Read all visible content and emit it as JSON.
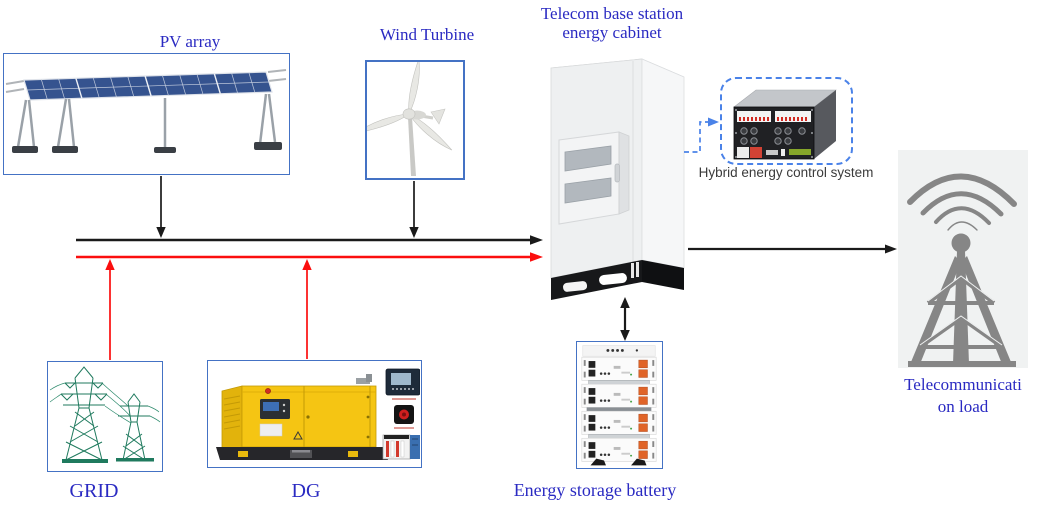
{
  "diagram": {
    "nodes": {
      "pv_array": {
        "label": "PV array"
      },
      "wind_turbine": {
        "label": "Wind Turbine"
      },
      "energy_cabinet": {
        "label_line1": "Telecom base station",
        "label_line2": "energy cabinet"
      },
      "hybrid_control": {
        "label": "Hybrid energy control system"
      },
      "grid": {
        "label": "GRID"
      },
      "diesel_generator": {
        "label": "DG"
      },
      "energy_storage_battery": {
        "label": "Energy storage battery"
      },
      "telecom_load": {
        "label_line1": "Telecommunicati",
        "label_line2": "on load"
      }
    },
    "colors": {
      "label_blue": "#2a2ac2",
      "box_border": "#4472c4",
      "bus_black": "#1a1a1a",
      "bus_red": "#fb0e0e",
      "dashed_connector": "#4a82e8",
      "hybrid_label_gray": "#3b3b3b"
    }
  }
}
